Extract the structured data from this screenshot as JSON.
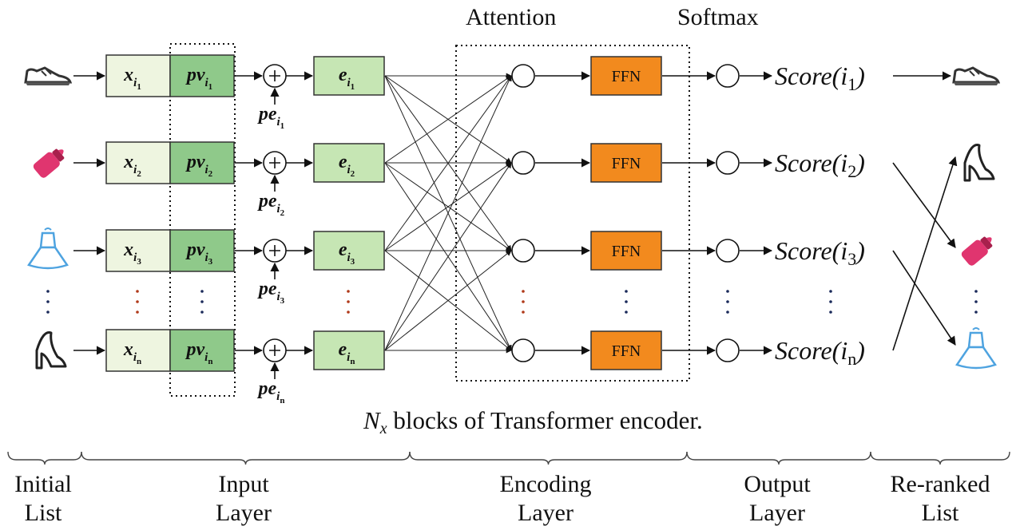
{
  "header": {
    "attention": "Attention",
    "softmax": "Softmax"
  },
  "caption": {
    "nx": "N",
    "nx_sub": "x",
    "rest": " blocks of Transformer encoder."
  },
  "rows": [
    {
      "x": "x",
      "pv": "pv",
      "pe": "pe",
      "e": "e",
      "sub": "1",
      "ffn": "FFN",
      "score": "Score(i",
      "score_sub": "1",
      "score_close": ")",
      "input_icon": "sneaker-icon",
      "output_icon": "sneaker-icon"
    },
    {
      "x": "x",
      "pv": "pv",
      "pe": "pe",
      "e": "e",
      "sub": "2",
      "ffn": "FFN",
      "score": "Score(i",
      "score_sub": "2",
      "score_close": ")",
      "input_icon": "baby-bottle-icon",
      "output_icon": "high-heel-icon"
    },
    {
      "x": "x",
      "pv": "pv",
      "pe": "pe",
      "e": "e",
      "sub": "3",
      "ffn": "FFN",
      "score": "Score(i",
      "score_sub": "3",
      "score_close": ")",
      "input_icon": "dress-icon",
      "output_icon": "baby-bottle-icon"
    },
    {
      "x": "x",
      "pv": "pv",
      "pe": "pe",
      "e": "e",
      "sub": "n",
      "ffn": "FFN",
      "score": "Score(i",
      "score_sub": "n",
      "score_close": ")",
      "input_icon": "high-heel-icon",
      "output_icon": "dress-icon"
    }
  ],
  "sections": [
    {
      "line1": "Initial",
      "line2": "List"
    },
    {
      "line1": "Input",
      "line2": "Layer"
    },
    {
      "line1": "Encoding",
      "line2": "Layer"
    },
    {
      "line1": "Output",
      "line2": "Layer"
    },
    {
      "line1": "Re-ranked",
      "line2": "List"
    }
  ],
  "colors": {
    "x_box": "#eef5e0",
    "pv_box": "#8fc98a",
    "e_box": "#c6e6b4",
    "ffn_box": "#f28a1e",
    "bottle": "#e0356f",
    "dress": "#4ea3e0",
    "dark_dots": "#1a2a5a",
    "red_dots": "#b03a1a"
  }
}
